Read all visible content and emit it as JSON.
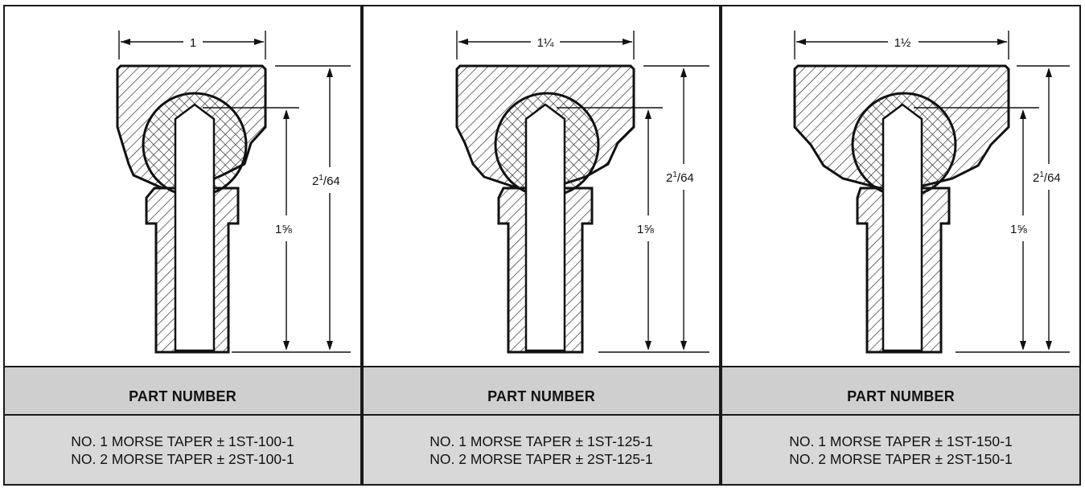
{
  "columns": [
    {
      "width_label": "1",
      "overall_height_label": "2",
      "overall_height_sup": "1",
      "overall_height_sub": "/64",
      "inner_height_label": "1⅝",
      "header": "PART NUMBER",
      "rows": [
        "NO. 1 MORSE TAPER ± 1ST-100-1",
        "NO. 2 MORSE TAPER ± 2ST-100-1"
      ]
    },
    {
      "width_label": "1¼",
      "overall_height_label": "2",
      "overall_height_sup": "1",
      "overall_height_sub": "/64",
      "inner_height_label": "1⅝",
      "header": "PART NUMBER",
      "rows": [
        "NO. 1 MORSE TAPER ± 1ST-125-1",
        "NO. 2 MORSE TAPER ± 2ST-125-1"
      ]
    },
    {
      "width_label": "1½",
      "overall_height_label": "2",
      "overall_height_sup": "1",
      "overall_height_sub": "/64",
      "inner_height_label": "1⅝",
      "header": "PART NUMBER",
      "rows": [
        "NO. 1 MORSE TAPER ± 1ST-150-1",
        "NO. 2 MORSE TAPER ± 2ST-150-1"
      ]
    }
  ]
}
